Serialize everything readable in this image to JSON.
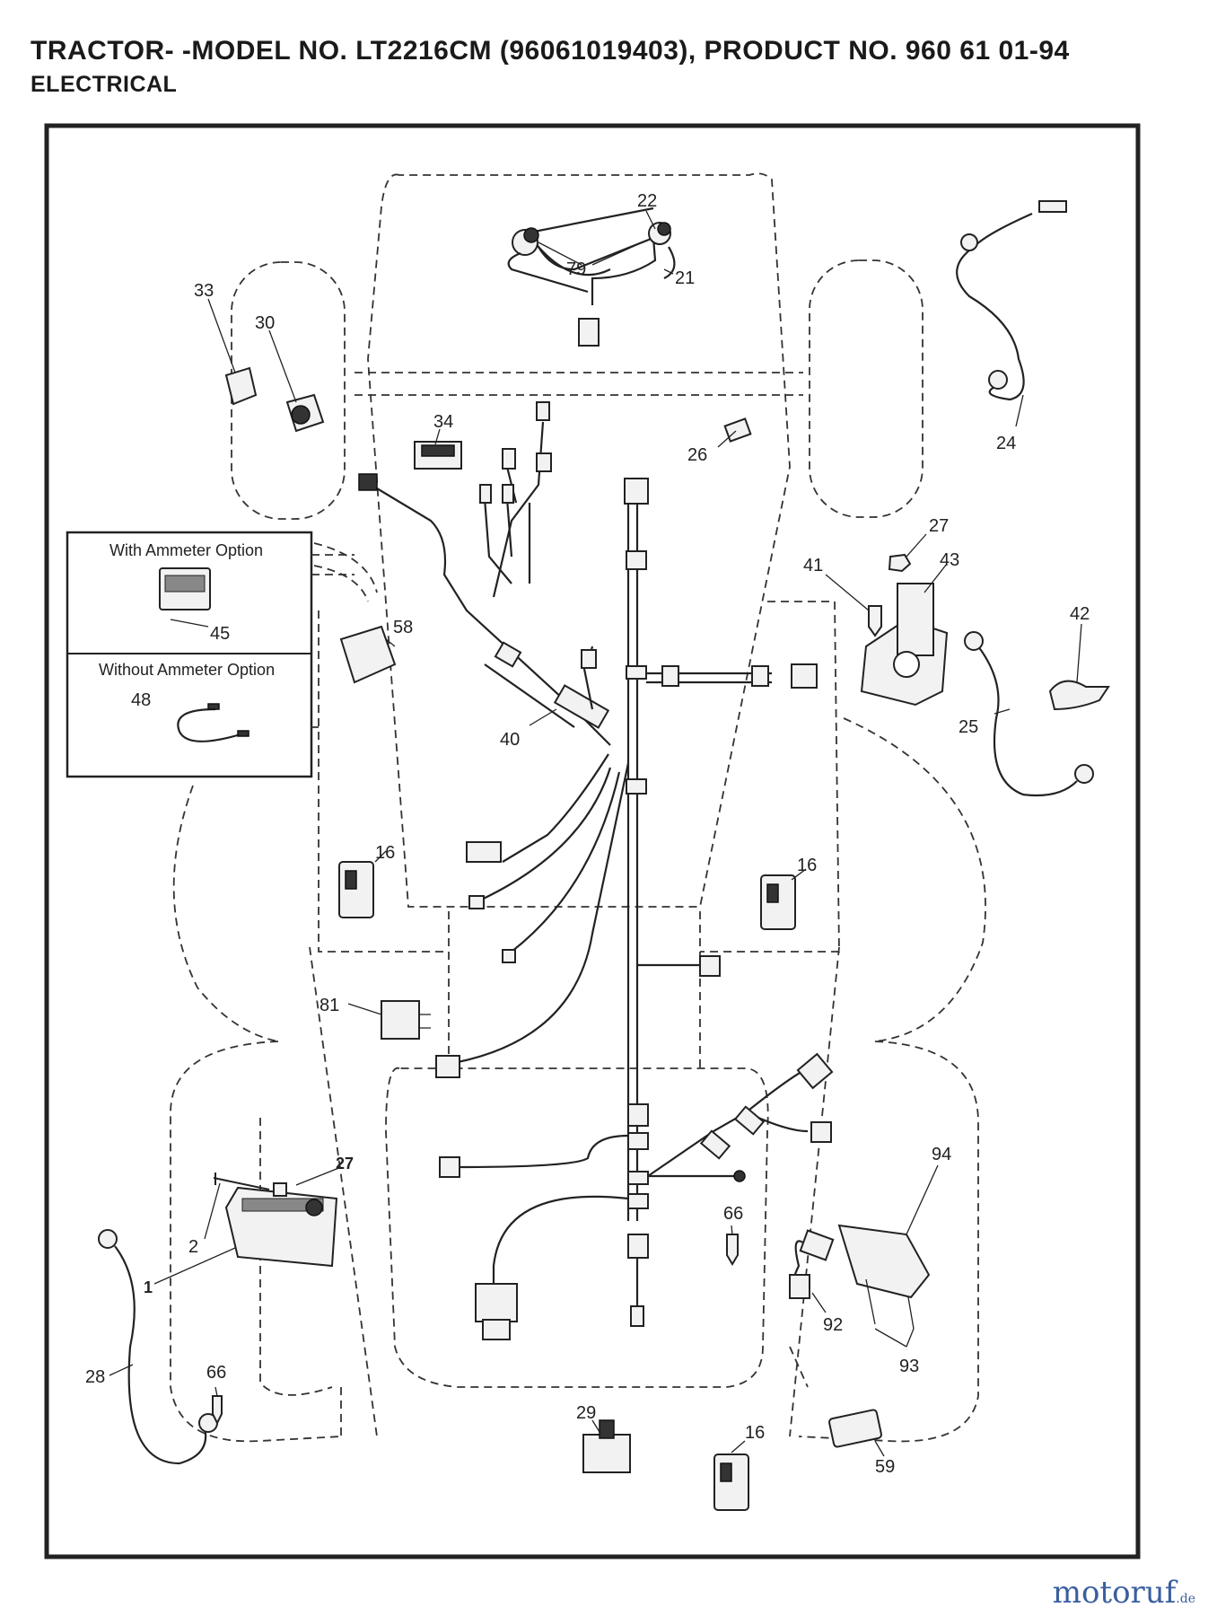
{
  "header": {
    "title": "TRACTOR- -MODEL NO. LT2216CM (96061019403), PRODUCT NO. 960 61 01-94",
    "subtitle": "ELECTRICAL"
  },
  "options": {
    "with_ammeter": "With Ammeter Option",
    "without_ammeter": "Without Ammeter Option"
  },
  "callouts": {
    "c1": "1",
    "c2": "2",
    "c16a": "16",
    "c16b": "16",
    "c16c": "16",
    "c21": "21",
    "c22": "22",
    "c24": "24",
    "c25": "25",
    "c26": "26",
    "c27a": "27",
    "c27b": "27",
    "c28": "28",
    "c29": "29",
    "c30": "30",
    "c33": "33",
    "c34": "34",
    "c40": "40",
    "c41": "41",
    "c42": "42",
    "c43": "43",
    "c45": "45",
    "c48": "48",
    "c58": "58",
    "c59": "59",
    "c66a": "66",
    "c66b": "66",
    "c79": "79",
    "c81": "81",
    "c92": "92",
    "c93": "93",
    "c94": "94"
  },
  "watermark": {
    "brand": "motoruf",
    "suffix": ".de"
  }
}
